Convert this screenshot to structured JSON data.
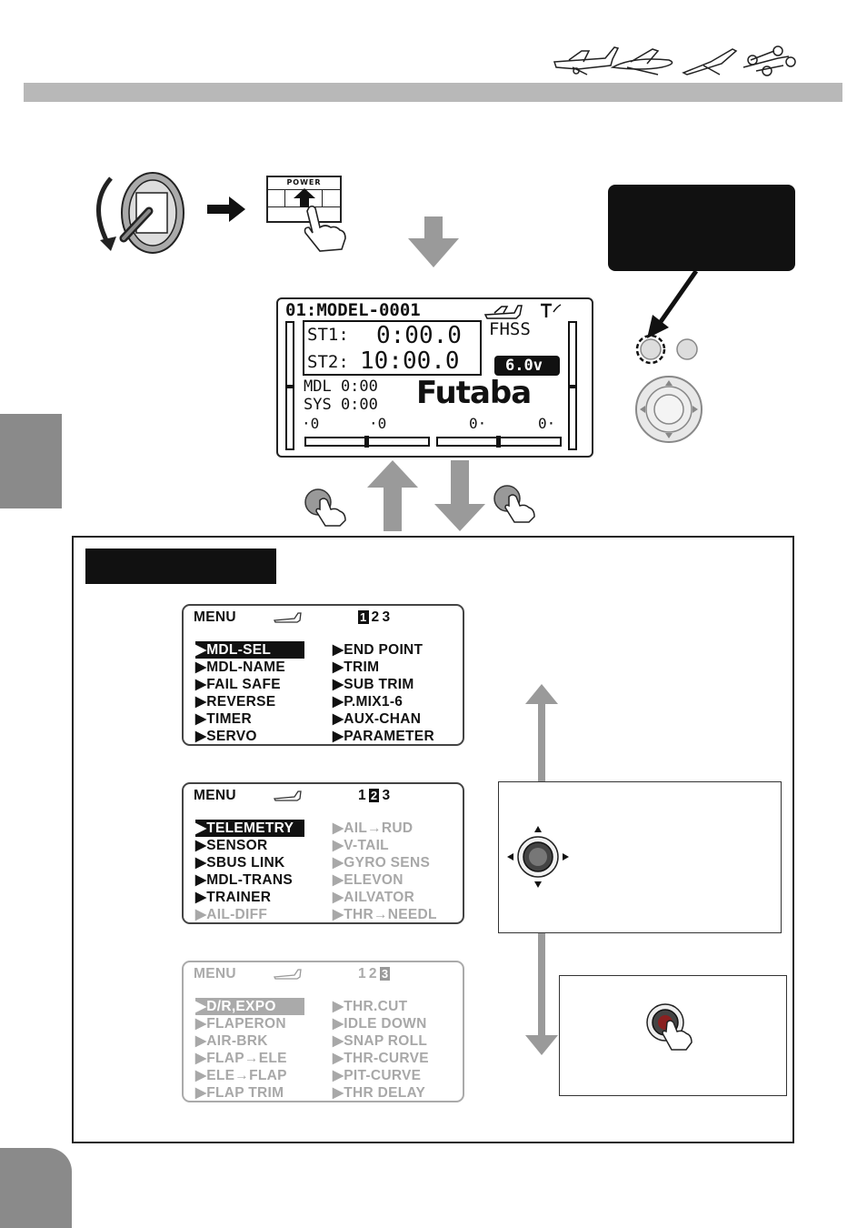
{
  "lcd": {
    "model": "01:MODEL-0001",
    "st1_label": "ST1:",
    "st1_time": "0:00.0",
    "st2_label": "ST2:",
    "st2_time": "10:00.0",
    "mode": "FHSS",
    "voltage": "6.0v",
    "mdl_line": "MDL 0:00",
    "sys_line": "SYS 0:00",
    "brand": "Futaba",
    "trims": [
      "·0",
      "·0",
      "0·",
      "0·"
    ]
  },
  "power_switch_label": "POWER",
  "menus": [
    {
      "header": "MENU",
      "pages": [
        "1",
        "2",
        "3"
      ],
      "selected_page": 0,
      "left": [
        {
          "label": "▶MDL-SEL",
          "state": "highlight"
        },
        {
          "label": "▶MDL-NAME",
          "state": "normal"
        },
        {
          "label": "▶FAIL SAFE",
          "state": "normal"
        },
        {
          "label": "▶REVERSE",
          "state": "normal"
        },
        {
          "label": "▶TIMER",
          "state": "normal"
        },
        {
          "label": "▶SERVO",
          "state": "normal"
        }
      ],
      "right": [
        {
          "label": "▶END POINT",
          "state": "normal"
        },
        {
          "label": "▶TRIM",
          "state": "normal"
        },
        {
          "label": "▶SUB TRIM",
          "state": "normal"
        },
        {
          "label": "▶P.MIX1-6",
          "state": "normal"
        },
        {
          "label": "▶AUX-CHAN",
          "state": "normal"
        },
        {
          "label": "▶PARAMETER",
          "state": "normal"
        }
      ]
    },
    {
      "header": "MENU",
      "pages": [
        "1",
        "2",
        "3"
      ],
      "selected_page": 1,
      "left": [
        {
          "label": "▶TELEMETRY",
          "state": "highlight"
        },
        {
          "label": "▶SENSOR",
          "state": "normal"
        },
        {
          "label": "▶SBUS LINK",
          "state": "normal"
        },
        {
          "label": "▶MDL-TRANS",
          "state": "normal"
        },
        {
          "label": "▶TRAINER",
          "state": "normal"
        },
        {
          "label": "▶AIL-DIFF",
          "state": "dim"
        }
      ],
      "right": [
        {
          "label": "▶AIL→RUD",
          "state": "dim"
        },
        {
          "label": "▶V-TAIL",
          "state": "dim"
        },
        {
          "label": "▶GYRO SENS",
          "state": "dim"
        },
        {
          "label": "▶ELEVON",
          "state": "dim"
        },
        {
          "label": "▶AILVATOR",
          "state": "dim"
        },
        {
          "label": "▶THR→NEEDL",
          "state": "dim"
        }
      ]
    },
    {
      "header": "MENU",
      "pages": [
        "1",
        "2",
        "3"
      ],
      "selected_page": 2,
      "left": [
        {
          "label": "▶D/R,EXPO",
          "state": "highlight"
        },
        {
          "label": "▶FLAPERON",
          "state": "dim"
        },
        {
          "label": "▶AIR-BRK",
          "state": "dim"
        },
        {
          "label": "▶FLAP→ELE",
          "state": "dim"
        },
        {
          "label": "▶ELE→FLAP",
          "state": "dim"
        },
        {
          "label": "▶FLAP TRIM",
          "state": "dim"
        }
      ],
      "right": [
        {
          "label": "▶THR.CUT",
          "state": "dim"
        },
        {
          "label": "▶IDLE DOWN",
          "state": "dim"
        },
        {
          "label": "▶SNAP ROLL",
          "state": "dim"
        },
        {
          "label": "▶THR-CURVE",
          "state": "dim"
        },
        {
          "label": "▶PIT-CURVE",
          "state": "dim"
        },
        {
          "label": "▶THR DELAY",
          "state": "dim"
        }
      ]
    }
  ],
  "icons": {
    "aircraft": "aircraft-silhouettes-icon",
    "switch": "power-switch-icon",
    "finger": "finger-press-icon",
    "jog": "jog-dial-icon"
  },
  "colors": {
    "header_bar": "#b8b8b8",
    "side_tab": "#8a8a8a",
    "arrow_gray": "#9a9a9a",
    "dim_text": "#a8a8a8"
  }
}
